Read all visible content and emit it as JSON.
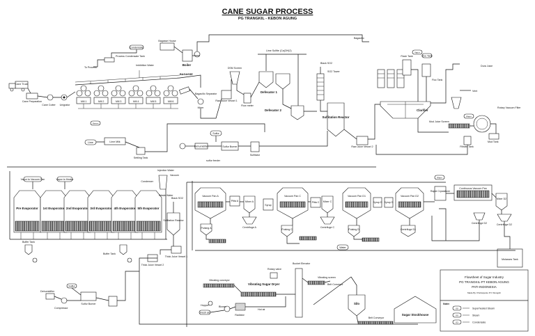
{
  "header": {
    "title": "CANE SUGAR PROCESS",
    "subtitle": "PG TRANGKIL - KEBON AGUNG"
  },
  "labels": {
    "cane_truck": "Cane Truck",
    "cane_preparation": "Cane Preparation",
    "cane_cutter": "Cane Cutter",
    "unigrator": "Unigrator",
    "mill_1": "Mill 1",
    "mill_2": "Mill 2",
    "mill_3": "Mill 3",
    "mill_4": "Mill 4",
    "mill_5": "Mill 5",
    "mill_6": "Mill 6",
    "imbibition_water": "Imbibition Water",
    "to_process": "To Process",
    "condensate": "Condensate",
    "process_condensate_tank": "Process Condensate Tank",
    "bagasse_house": "Bagasse House",
    "boiler": "Boiler",
    "bagasse": "BAGASSE",
    "bagacillo_separator": "Bagacillo Separator",
    "mixer": "Mixer",
    "dsm_screen": "DSM Screen",
    "raw_juice_vessel_1": "Raw Juice Vessel 1",
    "flow_meter": "Flow meter",
    "lime_sulfite": "Lime Sulfite (Ca(OH)2)",
    "defecator_1": "Defecator 1",
    "defecator_2": "Defecator 2",
    "so2_tower": "SO2 Tower",
    "sulfitation_reactor": "Sulfitation Reactor",
    "raw_juice_vessel_2": "Raw Juice Vessel 2",
    "bagacillo": "Bagacillo",
    "clarifier": "Clarifier",
    "flash_tank": "Flash Tank",
    "floc_tank": "Floc Tank",
    "floc_tank_2": "Floc Tank",
    "dura_juice": "Dura Juice",
    "vent": "Vent",
    "mud_juice_screen": "Mud Juice Screen",
    "filtrate_tank": "Filtrate Tank",
    "rotary_vacuum_filter": "Rotary Vacuum Filter",
    "mud_tank": "Mud Tank",
    "lime": "Lime",
    "lime_milk": "Lime Milk",
    "settling_tank": "Settling Tank",
    "sulfur": "Sulfur",
    "sulfur_burner": "Sulfur Burner",
    "sulfitator": "Sulfitator",
    "dehumidifier": "Dehumidifier",
    "sulfur_feed": "sulfur feeder",
    "vapor_to_vacuum_pan": "Vapor to Vacuum Pan",
    "vapor_to_heater": "Vapor to Heater",
    "pre_evaporator": "Pre Evaporator",
    "evap_1": "1st Evaporator",
    "evap_2": "2nd Evaporator",
    "evap_3": "3rd Evaporator",
    "evap_4": "4th Evaporator",
    "evap_5": "5th Evaporator",
    "buffer_tank": "Buffer Tank",
    "buffer_tank_2": "Buffer Tank",
    "injection_water": "Injection Water",
    "condenser": "Condenser",
    "waste_water": "Waste Water",
    "vacuum": "Vacuum",
    "black_so2": "Black SO2",
    "sulfitation_reactor_2": "Sulfitation Reactor",
    "thick_juice_vessel_1": "Thick Juice Vessel 1",
    "thick_juice_vessel_2": "Thick Juice Vessel 2",
    "vacuum_pan_a": "Vacuum Pan A",
    "pitta_a": "Pitta A",
    "mixer_a": "Mixer A",
    "centrifuge_a": "Centrifuge A",
    "pulsing_a": "Pulsing A",
    "vacuum_pan_c": "Vacuum Pan C",
    "pitta_c": "Pitta C",
    "mixer_c": "Mixer C",
    "centrifuge_c": "Centrifuge C",
    "pulsing_c": "Pulsing C",
    "syrup": "Syrup",
    "vacuum_pan_d1": "Vacuum Pan D1",
    "vacuum_pan_d2": "Vacuum Pan D2",
    "syrup_d1": "Syrup D",
    "syrup_d2": "Syrup D",
    "pulsing_d": "Pulsing D",
    "centrifuge_d1": "Centrifuge D1",
    "centrifuge_d2": "Centrifuge D2",
    "rapid_crystallizer": "Rapid Crystallizer",
    "continuous_vacuum_pan": "Continuous Vacuum Pan",
    "mixer_d2": "Mixer D2",
    "centrifuge_d2b": "Centrifuge D2",
    "molasses_tank": "Molasses Tank",
    "vibrating_conveyor": "Vibrating conveyor",
    "vibrating_sugar_dryer": "Vibrating Sugar Dryer",
    "rotary_valve": "Rotary valve",
    "bucket_elevator": "Bucket Elevator",
    "vibrating_screen": "Vibrating screen",
    "belt_conveyor": "Belt Conveyor",
    "belt_conveyor_2": "Belt Conveyor",
    "silo": "Silo",
    "sugar_stockhouse": "Sugar Stockhouse",
    "hopper": "Hopper",
    "blower": "Blower",
    "radiator": "Radiator",
    "fresh_air": "Fresh air",
    "hot_air": "Hot air",
    "sulfur_2": "Sulfur",
    "sulfur_burner_2": "Sulfur Burner",
    "compressor": "Compressor",
    "dehumidifier_2": "Dehumidifier",
    "water": "Water"
  },
  "tags": {
    "steam": "Steam",
    "vapor": "Vapor",
    "water": "Water",
    "water2": "Water"
  },
  "title_block": {
    "line1": "Flowsheet of Sugar Industry",
    "line2": "PG TRANGKIL-PT KEBON AGUNG",
    "line3": "PATI-INDONESIA",
    "line4": "Made By: Pratiwiyanto P K Wongsih"
  },
  "legend": {
    "header": "Note:",
    "items": [
      {
        "symbol": "(S)",
        "text": "Superheated Steam"
      },
      {
        "symbol": "(V)",
        "text": "Steam"
      },
      {
        "symbol": "(C)",
        "text": "Condensate"
      }
    ]
  }
}
